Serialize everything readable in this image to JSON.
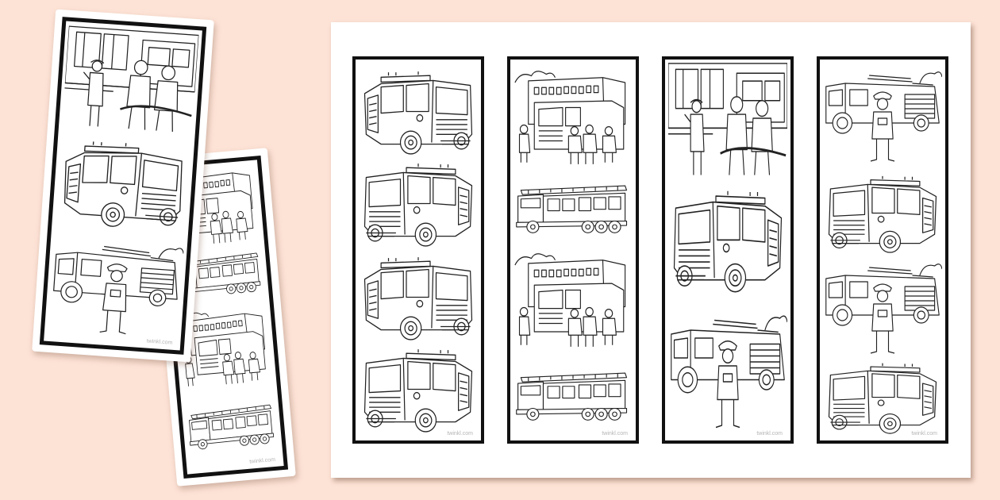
{
  "background_color": "#fde3d6",
  "sheet": {
    "bookmarks": [
      {
        "scenes": [
          "fire-engine",
          "fire-engine",
          "fire-engine",
          "fire-engine"
        ],
        "watermark": "twinkl.com"
      },
      {
        "scenes": [
          "fire-station-crew",
          "aerial-ladder-truck",
          "fire-station-crew",
          "aerial-ladder-truck"
        ],
        "watermark": "twinkl.com"
      },
      {
        "scenes": [
          "firefighters-with-hose",
          "fire-engine",
          "firefighter-with-truck"
        ],
        "watermark": "twinkl.com"
      },
      {
        "scenes": [
          "firefighter-with-truck",
          "fire-engine",
          "firefighter-with-truck",
          "fire-engine"
        ],
        "watermark": "twinkl.com"
      }
    ]
  },
  "loose_bookmarks": [
    {
      "scenes": [
        "firefighters-with-hose",
        "fire-engine",
        "firefighter-with-truck"
      ],
      "watermark": "twinkl.com"
    },
    {
      "scenes": [
        "fire-station-crew",
        "aerial-ladder-truck",
        "fire-station-crew",
        "aerial-ladder-truck"
      ],
      "watermark": "twinkl.com"
    }
  ]
}
